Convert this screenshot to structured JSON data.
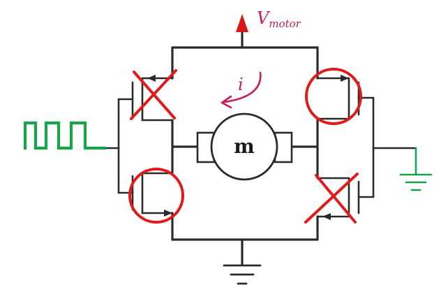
{
  "supply_label": {
    "main": "V",
    "subscript": "motor"
  },
  "current_label": "i",
  "motor_label": "m",
  "pwm_input": {
    "kind": "square-wave",
    "pulses": 3
  },
  "colors": {
    "wire": "#2a2a2a",
    "supply_arrow": "#d81818",
    "current_annotation": "#c81e50",
    "pwm_signal": "#1aa34a",
    "right_ground": "#1aa34a",
    "highlight": "#e11b1b"
  },
  "transistors": [
    {
      "position": "top-left",
      "state": "off-crossed"
    },
    {
      "position": "bottom-left",
      "state": "on-circled"
    },
    {
      "position": "top-right",
      "state": "on-circled"
    },
    {
      "position": "bottom-right",
      "state": "off-crossed"
    }
  ]
}
